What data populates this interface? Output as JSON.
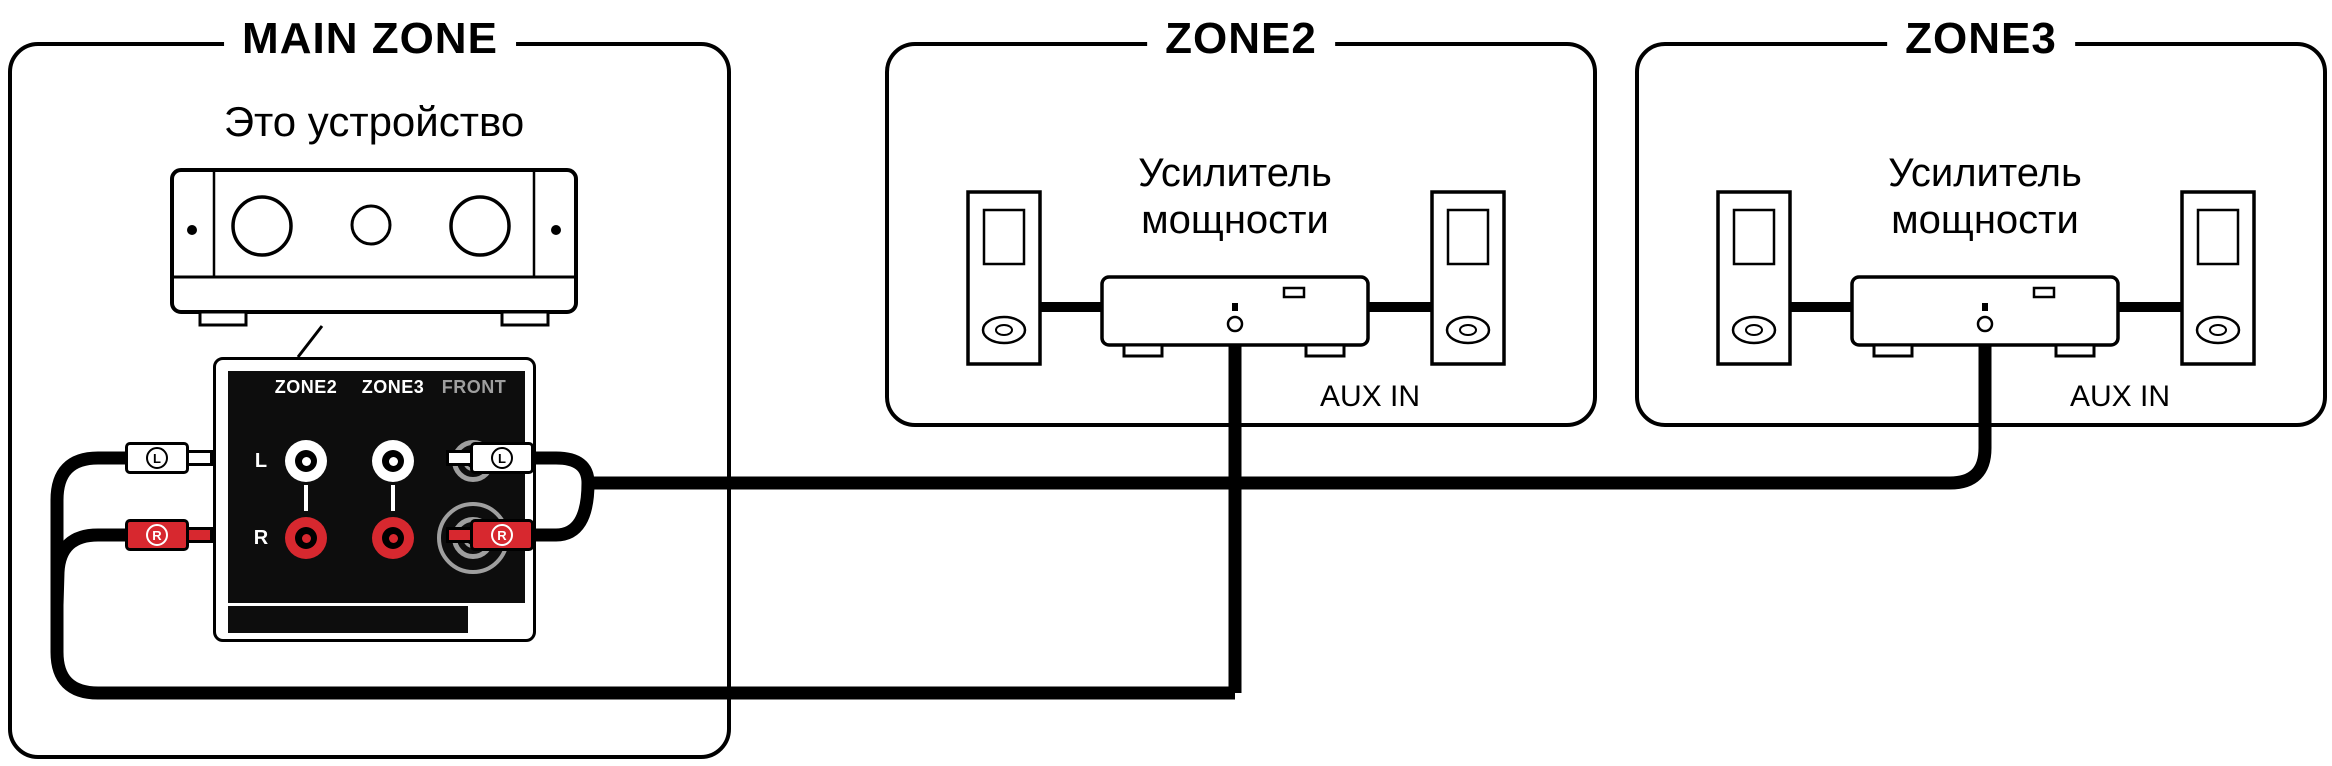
{
  "main_zone": {
    "title": "MAIN ZONE",
    "device_label": "Это устройство",
    "panel": {
      "col_zone2": "ZONE2",
      "col_zone3": "ZONE3",
      "col_front": "FRONT",
      "left_channel": "L",
      "right_channel": "R"
    },
    "plugs": {
      "left_l": "L",
      "left_r": "R",
      "right_l": "L",
      "right_r": "R"
    }
  },
  "zone2": {
    "title": "ZONE2",
    "amp_label": "Усилитель\nмощности",
    "aux_in": "AUX IN"
  },
  "zone3": {
    "title": "ZONE3",
    "amp_label": "Усилитель\nмощности",
    "aux_in": "AUX IN"
  },
  "colors": {
    "rca_red": "#d7282f",
    "front_gray": "#9f9f9f",
    "cable_black": "#000000"
  }
}
